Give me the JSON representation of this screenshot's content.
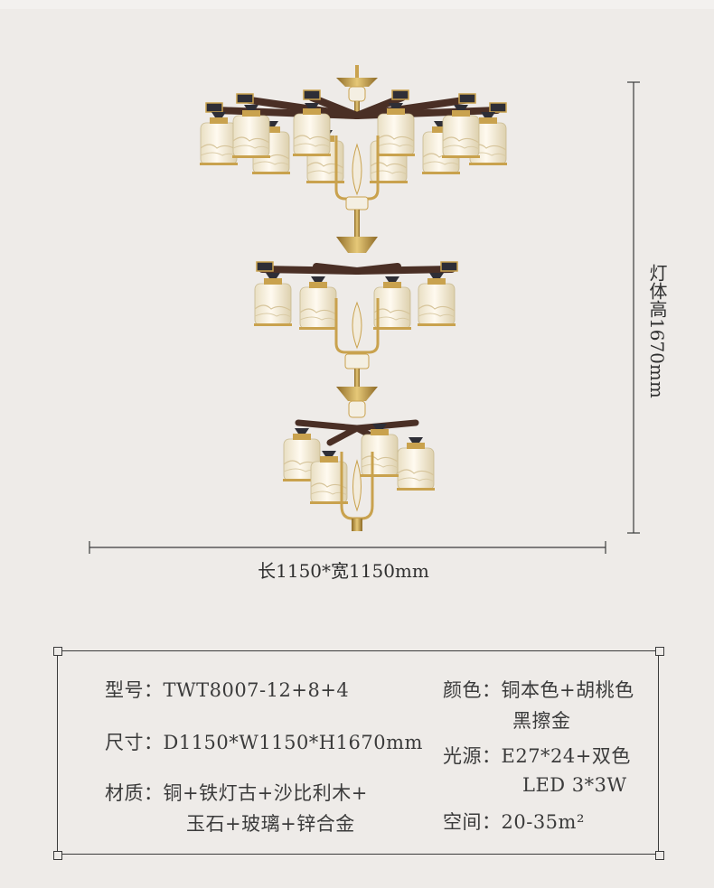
{
  "dimensions": {
    "width_label": "长1150*宽1150mm",
    "height_label": "灯体高1670mm"
  },
  "specs": {
    "model_label": "型号：",
    "model_value": "TWT8007-12+8+4",
    "size_label": "尺寸：",
    "size_value": "D1150*W1150*H1670mm",
    "material_label": "材质：",
    "material_line1": "铜+铁灯古+沙比利木+",
    "material_line2": "玉石+玻璃+锌合金",
    "color_label": "颜色：",
    "color_line1": "铜本色+胡桃色",
    "color_line2": "黑擦金",
    "light_label": "光源：",
    "light_line1": "E27*24+双色",
    "light_line2": "LED 3*3W",
    "space_label": "空间：",
    "space_value": "20-35m²"
  },
  "colors": {
    "background": "#eeebe8",
    "brass": "#c9a24e",
    "wood": "#4a2f25",
    "glass": "#f6f0de",
    "line": "#3b3b3b"
  }
}
